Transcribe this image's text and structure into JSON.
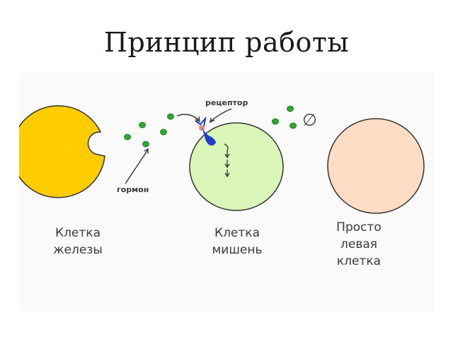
{
  "title": "Принцип работы",
  "labels": {
    "gland_cell": "Клетка\nжелезы",
    "target_cell": "Клетка\nмишень",
    "simple_cell": "Просто\nлевая\nклетка",
    "hormone": "гормон",
    "receptor": "рецептор",
    "no_effect_symbol": "∅"
  },
  "colors": {
    "gland_cell": "#ffcc00",
    "target_cell": "#d9f5b8",
    "simple_cell": "#ffdcc4",
    "hormone": "#2eaa2e",
    "receptor": "#1f3fc8",
    "outline": "#333333"
  }
}
